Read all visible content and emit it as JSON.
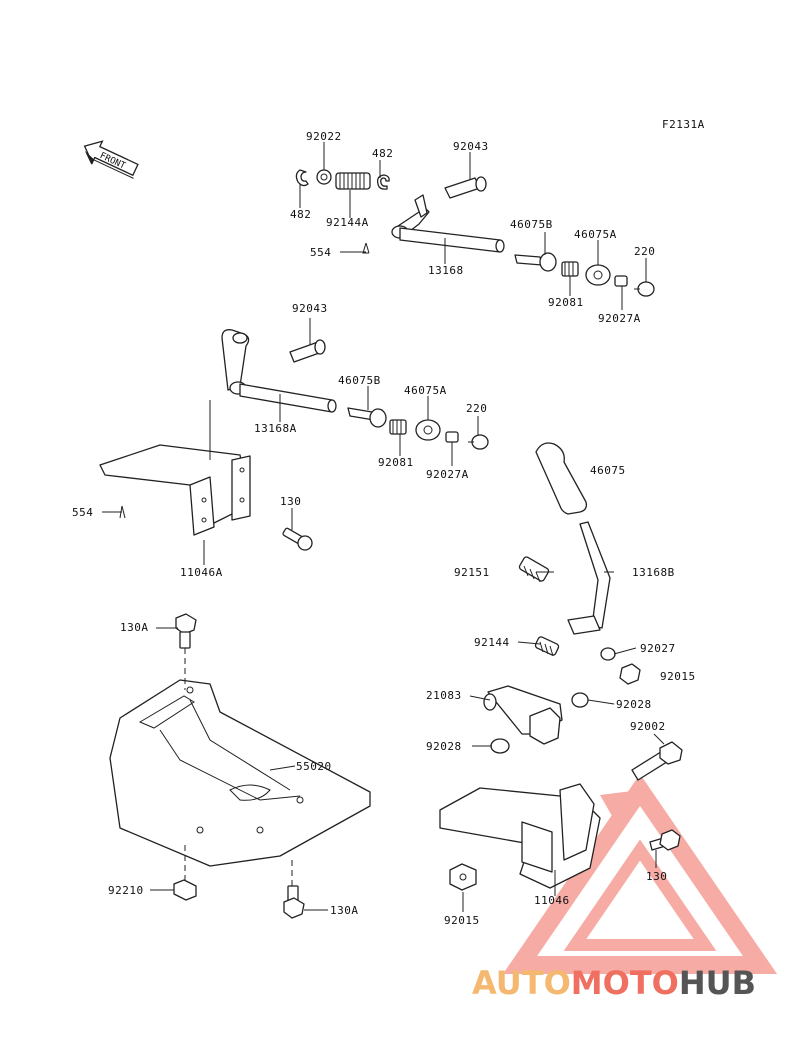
{
  "diagram_code": "F2131A",
  "front_label": "FRONT",
  "watermark": {
    "part1": "AUTO",
    "part2": "MOTO",
    "part3": "HUB",
    "color1": "#f5b870",
    "color2": "#ef7060",
    "color3": "#555555"
  },
  "labels": {
    "l_92022": "92022",
    "l_482_top": "482",
    "l_92043_top": "92043",
    "l_482_left": "482",
    "l_92144a": "92144A",
    "l_554_top": "554",
    "l_13168": "13168",
    "l_46075b_top": "46075B",
    "l_46075a_top": "46075A",
    "l_220_top": "220",
    "l_92081_top": "92081",
    "l_92027a_top": "92027A",
    "l_92043_mid": "92043",
    "l_46075b_mid": "46075B",
    "l_46075a_mid": "46075A",
    "l_220_mid": "220",
    "l_13168a": "13168A",
    "l_92081_mid": "92081",
    "l_92027a_mid": "92027A",
    "l_554_mid": "554",
    "l_130_mid": "130",
    "l_11046a": "11046A",
    "l_46075": "46075",
    "l_92151": "92151",
    "l_13168b": "13168B",
    "l_92144": "92144",
    "l_92027": "92027",
    "l_92015_right": "92015",
    "l_130a_top": "130A",
    "l_21083": "21083",
    "l_92028_top": "92028",
    "l_92028_bot": "92028",
    "l_92002": "92002",
    "l_55020": "55020",
    "l_130_right": "130",
    "l_92210": "92210",
    "l_130a_bot": "130A",
    "l_92015_bot": "92015",
    "l_11046": "11046"
  }
}
